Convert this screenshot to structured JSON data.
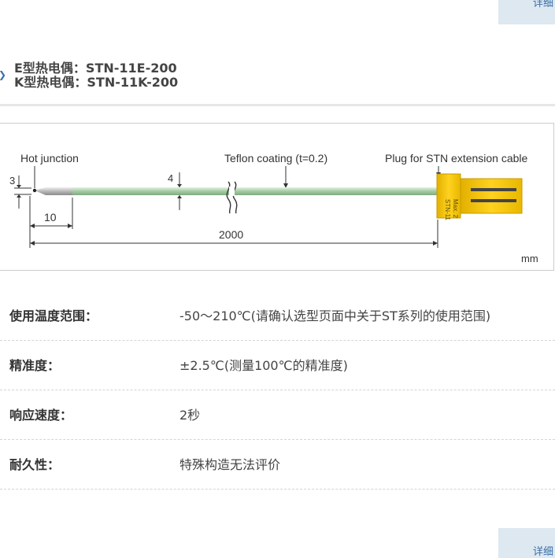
{
  "detail_button_top": "详细",
  "detail_button_bottom": "详细",
  "title": {
    "line1": "E型热电偶：STN-11E-200",
    "line2": "K型热电偶：STN-11K-200"
  },
  "diagram": {
    "hot_junction": "Hot junction",
    "teflon": "Teflon coating (t=0.2)",
    "plug": "Plug for STN extension cable",
    "dim_3": "3",
    "dim_4": "4",
    "dim_10": "10",
    "dim_2000": "2000",
    "unit": "mm",
    "plug_text": "STN-11",
    "plug_text2": "Max. 2",
    "colors": {
      "probe": "#9fc9a0",
      "plug": "#f2c200",
      "line": "#333333"
    }
  },
  "specs": [
    {
      "label": "使用温度范围：",
      "value": "-50～210℃(请确认选型页面中关于ST系列的使用范围)"
    },
    {
      "label": "精准度：",
      "value": "±2.5℃(测量100℃的精准度)"
    },
    {
      "label": "响应速度：",
      "value": "2秒"
    },
    {
      "label": "耐久性：",
      "value": "特殊构造无法评价"
    }
  ]
}
